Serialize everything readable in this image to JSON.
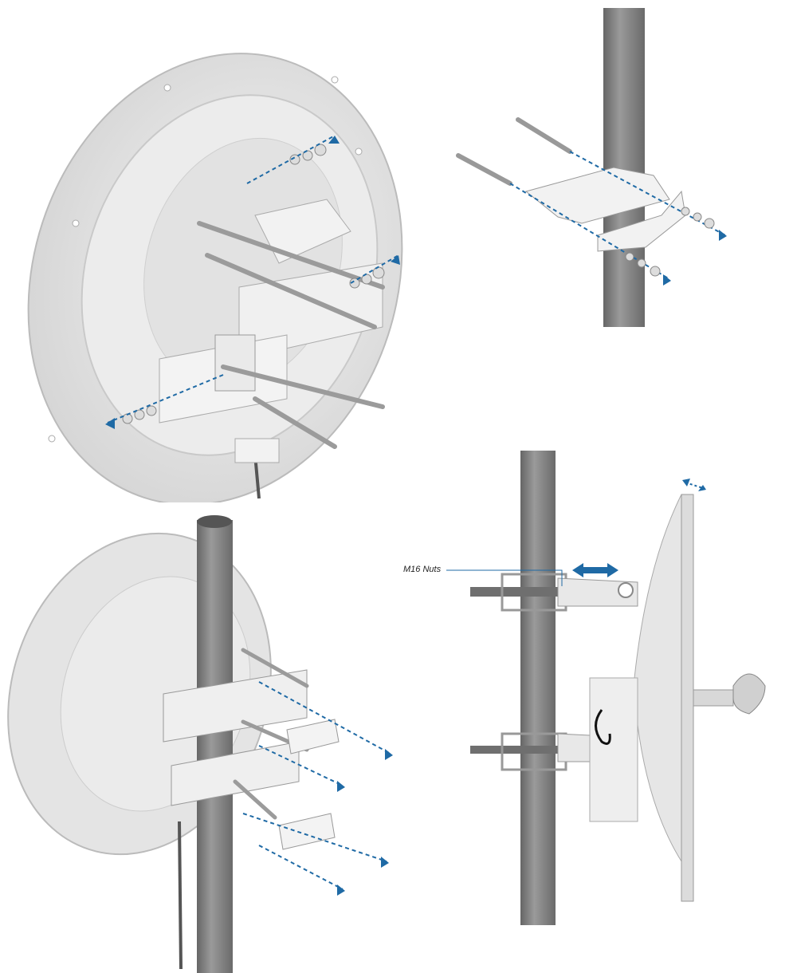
{
  "diagram": {
    "type": "installation-illustration",
    "panels": [
      {
        "id": "step1",
        "description": "Dish antenna rear with mounting bracket assembly exploded view"
      },
      {
        "id": "step2",
        "description": "Pole with bolts, clamp brackets, washers and nuts exploded view"
      },
      {
        "id": "step3",
        "description": "Dish antenna attached to pole with clamp brackets exploded view"
      },
      {
        "id": "step4",
        "description": "Side view of dish mounted on pole with elevation adjustment"
      }
    ],
    "labels": {
      "m16_nuts": "M16 Nuts"
    },
    "colors": {
      "arrow": "#1f6aa5",
      "pole": "#7d7d7d",
      "dish": "#e6e6e6",
      "outline": "#9a9a9a"
    }
  }
}
